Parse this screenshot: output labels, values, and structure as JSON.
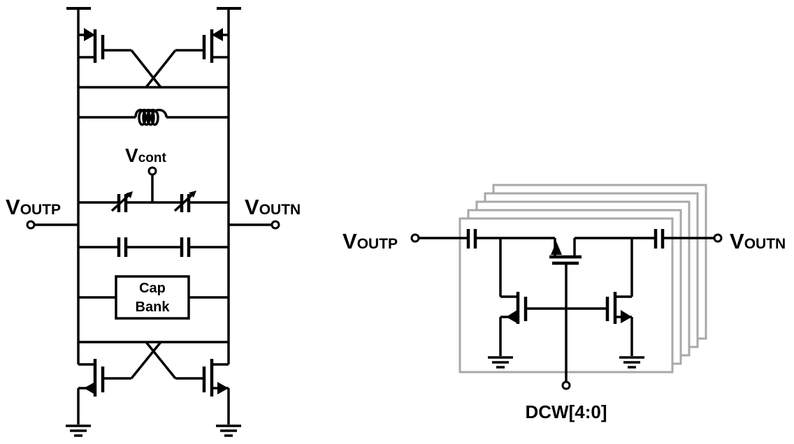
{
  "left_circuit": {
    "vcont_label": {
      "main": "V",
      "sub": "cont"
    },
    "voutp_label": {
      "main": "V",
      "sub": "OUTP"
    },
    "voutn_label": {
      "main": "V",
      "sub": "OUTN"
    },
    "cap_bank_label": {
      "line1": "Cap",
      "line2": "Bank"
    }
  },
  "right_circuit": {
    "voutp_label": {
      "main": "V",
      "sub": "OUTP"
    },
    "voutn_label": {
      "main": "V",
      "sub": "OUTN"
    },
    "dcw_label": "DCW[4:0]"
  }
}
